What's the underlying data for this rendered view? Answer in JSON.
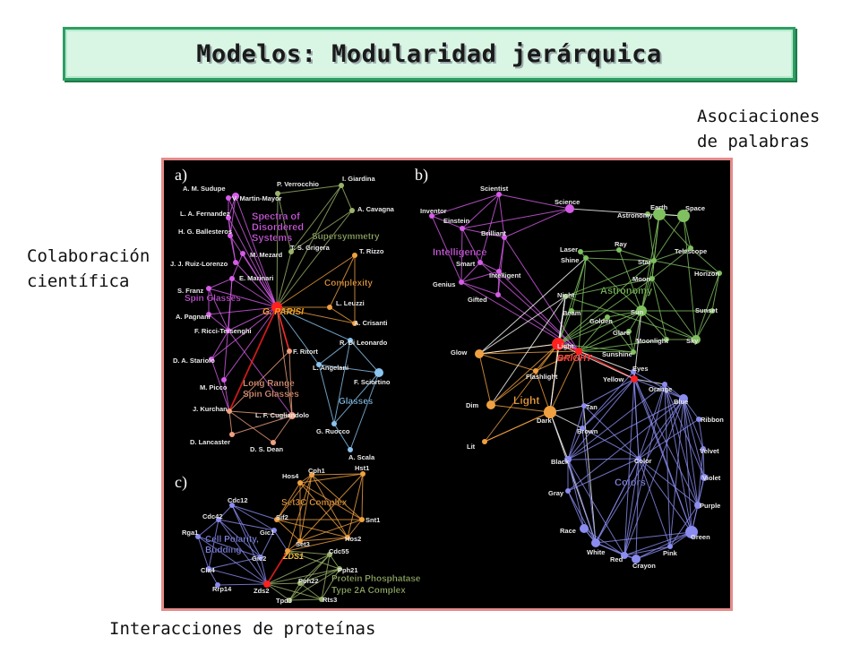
{
  "title": "Modelos: Modularidad jerárquica",
  "side_labels": {
    "assoc_line1": "Asociaciones",
    "assoc_line2": "de palabras",
    "colab_line1": "Colaboración",
    "colab_line2": "científica",
    "proteins": "Interacciones de proteínas"
  },
  "panels": {
    "a": "a)",
    "b": "b)",
    "c": "c)"
  },
  "colors": {
    "magenta": "#d65ce8",
    "olive": "#9ab36a",
    "orange": "#f0a040",
    "blue": "#8a8cf0",
    "lightblue": "#8ac4f0",
    "salmon": "#f0a080",
    "green": "#80c060",
    "red": "#ff2020",
    "white": "#ffffff"
  },
  "panel_a": {
    "nodes": [
      {
        "id": "sudupe",
        "label": "A. M. Sudupe",
        "c": "magenta"
      },
      {
        "id": "martinmayor",
        "label": "V. Martin-Mayor",
        "c": "magenta"
      },
      {
        "id": "verrocchio",
        "label": "P. Verrocchio",
        "c": "olive"
      },
      {
        "id": "giardina",
        "label": "I. Giardina",
        "c": "olive"
      },
      {
        "id": "fernandez",
        "label": "L. A. Fernandez",
        "c": "magenta"
      },
      {
        "id": "cavagna",
        "label": "A. Cavagna",
        "c": "olive"
      },
      {
        "id": "ballesteros",
        "label": "H. G. Ballesteros",
        "c": "magenta"
      },
      {
        "id": "grigera",
        "label": "T. S. Grigera",
        "c": "olive"
      },
      {
        "id": "rizzo",
        "label": "T. Rizzo",
        "c": "orange"
      },
      {
        "id": "ruiz",
        "label": "J. J. Ruiz-Lorenzo",
        "c": "magenta"
      },
      {
        "id": "mezard",
        "label": "M. Mezard",
        "c": "magenta"
      },
      {
        "id": "marinari",
        "label": "E. Marinari",
        "c": "magenta"
      },
      {
        "id": "franz",
        "label": "S. Franz",
        "c": "magenta"
      },
      {
        "id": "leuzzi",
        "label": "L. Leuzzi",
        "c": "orange"
      },
      {
        "id": "pagnani",
        "label": "A. Pagnani",
        "c": "magenta"
      },
      {
        "id": "crisanti",
        "label": "A. Crisanti",
        "c": "orange"
      },
      {
        "id": "parisi",
        "label": "G. PARISI",
        "c": "red"
      },
      {
        "id": "ricci",
        "label": "F. Ricci-Tersenghi",
        "c": "magenta"
      },
      {
        "id": "dileonardo",
        "label": "R. Di Leonardo",
        "c": "lightblue"
      },
      {
        "id": "ritort",
        "label": "F. Ritort",
        "c": "salmon"
      },
      {
        "id": "starolo",
        "label": "D. A. Stariolo",
        "c": "magenta"
      },
      {
        "id": "angelani",
        "label": "L. Angelani",
        "c": "lightblue"
      },
      {
        "id": "sciortino",
        "label": "F. Sciortino",
        "c": "lightblue"
      },
      {
        "id": "picco",
        "label": "M. Picco",
        "c": "magenta"
      },
      {
        "id": "kurchan",
        "label": "J. Kurchan",
        "c": "salmon"
      },
      {
        "id": "cugliandolo",
        "label": "L. F. Cugliandolo",
        "c": "salmon"
      },
      {
        "id": "ruocco",
        "label": "G. Ruocco",
        "c": "lightblue"
      },
      {
        "id": "lancaster",
        "label": "D. Lancaster",
        "c": "salmon"
      },
      {
        "id": "dean",
        "label": "D. S. Dean",
        "c": "salmon"
      },
      {
        "id": "scala",
        "label": "A. Scala",
        "c": "lightblue"
      }
    ],
    "groups": [
      {
        "id": "spectra1",
        "label": "Spectra of",
        "c": "magenta"
      },
      {
        "id": "spectra2",
        "label": "Disordered",
        "c": "magenta"
      },
      {
        "id": "spectra3",
        "label": "Systems",
        "c": "magenta"
      },
      {
        "id": "supersym",
        "label": "Supersymmetry",
        "c": "olive"
      },
      {
        "id": "complexity",
        "label": "Complexity",
        "c": "orange"
      },
      {
        "id": "spinglasses",
        "label": "Spin Glasses",
        "c": "magenta"
      },
      {
        "id": "longrange1",
        "label": "Long Range",
        "c": "salmon"
      },
      {
        "id": "longrange2",
        "label": "Spin Glasses",
        "c": "salmon"
      },
      {
        "id": "glasses",
        "label": "Glasses",
        "c": "lightblue"
      }
    ]
  },
  "panel_b": {
    "nodes": [
      {
        "id": "scientist",
        "label": "Scientist",
        "c": "magenta"
      },
      {
        "id": "science",
        "label": "Science",
        "c": "magenta"
      },
      {
        "id": "inventor",
        "label": "Inventor",
        "c": "magenta"
      },
      {
        "id": "einstein",
        "label": "Einstein",
        "c": "magenta"
      },
      {
        "id": "astronomy",
        "label": "Astronomy",
        "c": "green"
      },
      {
        "id": "earth",
        "label": "Earth",
        "c": "green"
      },
      {
        "id": "space",
        "label": "Space",
        "c": "green"
      },
      {
        "id": "smart",
        "label": "Smart",
        "c": "magenta"
      },
      {
        "id": "brilliant",
        "label": "Brilliant",
        "c": "magenta"
      },
      {
        "id": "laser",
        "label": "Laser",
        "c": "green"
      },
      {
        "id": "ray",
        "label": "Ray",
        "c": "green"
      },
      {
        "id": "telescope",
        "label": "Telescope",
        "c": "green"
      },
      {
        "id": "intelligent",
        "label": "Intelligent",
        "c": "magenta"
      },
      {
        "id": "shine",
        "label": "Shine",
        "c": "green"
      },
      {
        "id": "star",
        "label": "Star",
        "c": "green"
      },
      {
        "id": "horizon",
        "label": "Horizon",
        "c": "green"
      },
      {
        "id": "genius",
        "label": "Genius",
        "c": "magenta"
      },
      {
        "id": "moon",
        "label": "Moon",
        "c": "green"
      },
      {
        "id": "gifted",
        "label": "Gifted",
        "c": "magenta"
      },
      {
        "id": "night",
        "label": "Night",
        "c": "green"
      },
      {
        "id": "beam",
        "label": "Beam",
        "c": "green"
      },
      {
        "id": "golden",
        "label": "Golden",
        "c": "green"
      },
      {
        "id": "sun",
        "label": "Sun",
        "c": "green"
      },
      {
        "id": "sunset",
        "label": "Sunset",
        "c": "green"
      },
      {
        "id": "glare",
        "label": "Glare",
        "c": "green"
      },
      {
        "id": "moonlight",
        "label": "Moonlight",
        "c": "green"
      },
      {
        "id": "sky",
        "label": "Sky",
        "c": "green"
      },
      {
        "id": "light",
        "label": "Light",
        "c": "red"
      },
      {
        "id": "sunshine",
        "label": "Sunshine",
        "c": "green"
      },
      {
        "id": "glow",
        "label": "Glow",
        "c": "orange"
      },
      {
        "id": "bright",
        "label": "BRIGHT",
        "c": "red"
      },
      {
        "id": "eyes",
        "label": "Eyes",
        "c": "blue"
      },
      {
        "id": "flashlight",
        "label": "Flashlight",
        "c": "orange"
      },
      {
        "id": "yellow",
        "label": "Yellow",
        "c": "red"
      },
      {
        "id": "orange",
        "label": "Orange",
        "c": "blue"
      },
      {
        "id": "blue",
        "label": "Blue",
        "c": "blue"
      },
      {
        "id": "dim",
        "label": "Dim",
        "c": "orange"
      },
      {
        "id": "tan",
        "label": "Tan",
        "c": "blue"
      },
      {
        "id": "dark",
        "label": "Dark",
        "c": "orange"
      },
      {
        "id": "ribbon",
        "label": "Ribbon",
        "c": "blue"
      },
      {
        "id": "brown",
        "label": "Brown",
        "c": "blue"
      },
      {
        "id": "velvet",
        "label": "Velvet",
        "c": "blue"
      },
      {
        "id": "lit",
        "label": "Lit",
        "c": "orange"
      },
      {
        "id": "black",
        "label": "Black",
        "c": "blue"
      },
      {
        "id": "color",
        "label": "Color",
        "c": "blue"
      },
      {
        "id": "violet",
        "label": "Violet",
        "c": "blue"
      },
      {
        "id": "gray",
        "label": "Gray",
        "c": "blue"
      },
      {
        "id": "purple",
        "label": "Purple",
        "c": "blue"
      },
      {
        "id": "race",
        "label": "Race",
        "c": "blue"
      },
      {
        "id": "green",
        "label": "Green",
        "c": "blue"
      },
      {
        "id": "white",
        "label": "White",
        "c": "blue"
      },
      {
        "id": "pink",
        "label": "Pink",
        "c": "blue"
      },
      {
        "id": "red",
        "label": "Red",
        "c": "blue"
      },
      {
        "id": "crayon",
        "label": "Crayon",
        "c": "blue"
      }
    ],
    "groups": [
      {
        "id": "intelligence",
        "label": "Intelligence",
        "c": "magenta"
      },
      {
        "id": "astronomyg",
        "label": "Astronomy",
        "c": "green"
      },
      {
        "id": "lightg",
        "label": "Light",
        "c": "orange"
      },
      {
        "id": "colors",
        "label": "Colors",
        "c": "blue"
      }
    ]
  },
  "panel_c": {
    "nodes": [
      {
        "id": "cph1",
        "label": "Cph1",
        "c": "orange"
      },
      {
        "id": "hos4",
        "label": "Hos4",
        "c": "orange"
      },
      {
        "id": "hst1",
        "label": "Hst1",
        "c": "orange"
      },
      {
        "id": "cdc12",
        "label": "Cdc12",
        "c": "blue"
      },
      {
        "id": "cdc42",
        "label": "Cdc42",
        "c": "blue"
      },
      {
        "id": "sif2",
        "label": "Sif2",
        "c": "orange"
      },
      {
        "id": "snt1",
        "label": "Snt1",
        "c": "orange"
      },
      {
        "id": "gic1",
        "label": "Gic1",
        "c": "blue"
      },
      {
        "id": "rga1",
        "label": "Rga1",
        "c": "blue"
      },
      {
        "id": "set3",
        "label": "Set3",
        "c": "orange"
      },
      {
        "id": "hos2",
        "label": "Hos2",
        "c": "orange"
      },
      {
        "id": "gic2",
        "label": "Gic2",
        "c": "blue"
      },
      {
        "id": "zds1",
        "label": "ZDS1",
        "c": "orange"
      },
      {
        "id": "cdc55",
        "label": "Cdc55",
        "c": "olive"
      },
      {
        "id": "cla4",
        "label": "Cla4",
        "c": "blue"
      },
      {
        "id": "pph21",
        "label": "Pph21",
        "c": "olive"
      },
      {
        "id": "rrp14",
        "label": "Rrp14",
        "c": "blue"
      },
      {
        "id": "zds2",
        "label": "Zds2",
        "c": "red"
      },
      {
        "id": "pph22",
        "label": "Pph22",
        "c": "olive"
      },
      {
        "id": "tpd3",
        "label": "Tpd3",
        "c": "olive"
      },
      {
        "id": "rts3",
        "label": "Rts3",
        "c": "olive"
      }
    ],
    "groups": [
      {
        "id": "set3c",
        "label": "Set3C Complex",
        "c": "orange"
      },
      {
        "id": "polarity1",
        "label": "Cell Polarity,",
        "c": "blue"
      },
      {
        "id": "polarity2",
        "label": "Budding",
        "c": "blue"
      },
      {
        "id": "pp2a1",
        "label": "Protein Phosphatase",
        "c": "olive"
      },
      {
        "id": "pp2a2",
        "label": "Type 2A Complex",
        "c": "olive"
      }
    ]
  }
}
